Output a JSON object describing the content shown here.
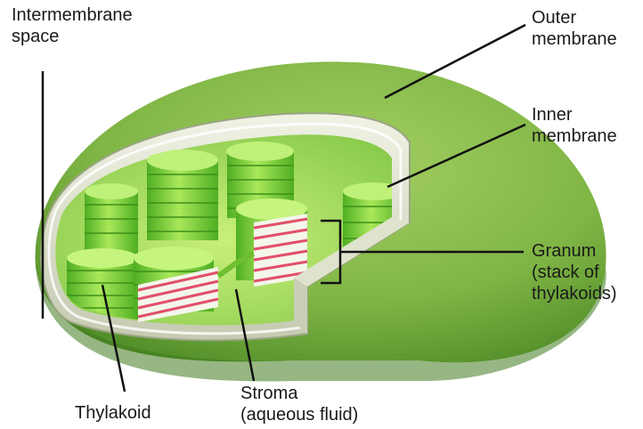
{
  "labels": {
    "intermembrane_space": [
      "Intermembrane",
      "space"
    ],
    "outer_membrane": [
      "Outer",
      "membrane"
    ],
    "inner_membrane": [
      "Inner",
      "membrane"
    ],
    "granum": [
      "Granum",
      "(stack of",
      "thylakoids)"
    ],
    "stroma": [
      "Stroma",
      "(aqueous fluid)"
    ],
    "thylakoid": [
      "Thylakoid"
    ]
  },
  "colors": {
    "outer_membrane": "#6fa83a",
    "inner_membrane": "#d8dcc6",
    "thylakoid": "#7bcb3a",
    "lamella_stripe": "#e0506a",
    "leader_line": "#111111"
  }
}
